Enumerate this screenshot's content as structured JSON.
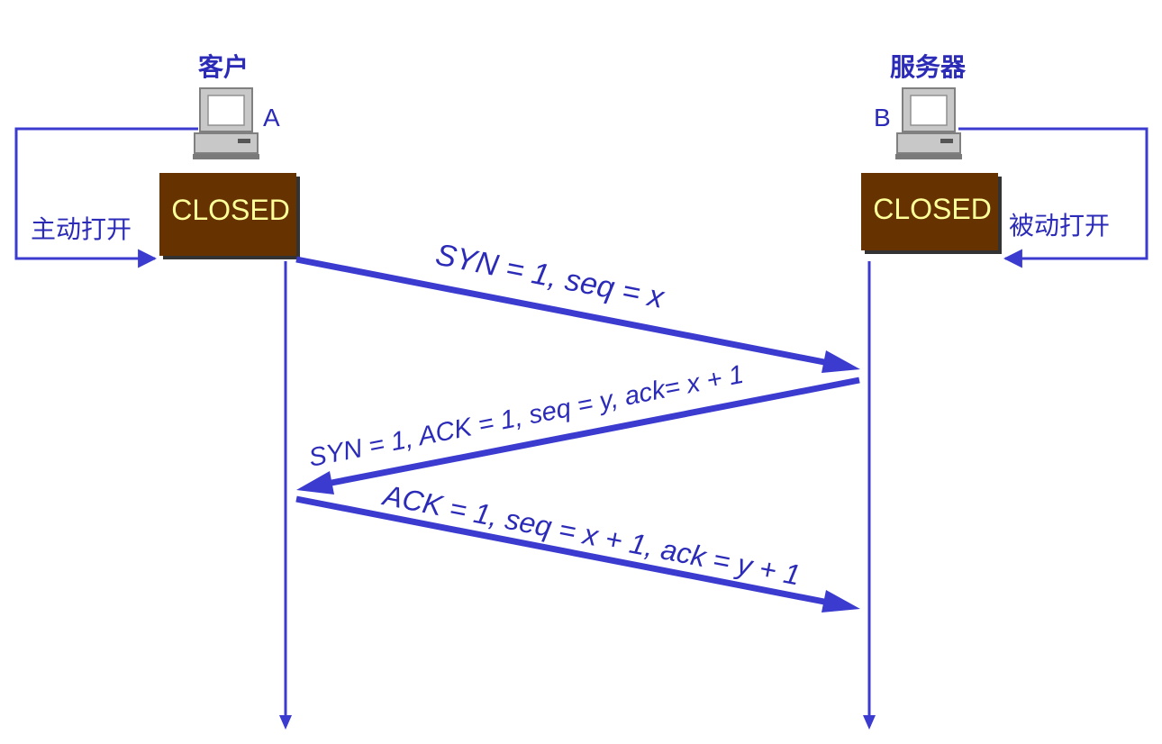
{
  "client": {
    "title": "客户",
    "letter": "A",
    "state": "CLOSED",
    "action": "主动打开"
  },
  "server": {
    "title": "服务器",
    "letter": "B",
    "state": "CLOSED",
    "action": "被动打开"
  },
  "messages": [
    {
      "label": "SYN = 1, seq = x",
      "direction": "A→B"
    },
    {
      "label": "SYN = 1, ACK = 1, seq = y, ack= x + 1",
      "direction": "B→A"
    },
    {
      "label": "ACK = 1, seq = x + 1, ack = y + 1",
      "direction": "A→B"
    }
  ],
  "colors": {
    "line": "#3b3bd0",
    "text": "#2b2bb8",
    "state_box": "#663300",
    "state_text": "#ffff99"
  }
}
